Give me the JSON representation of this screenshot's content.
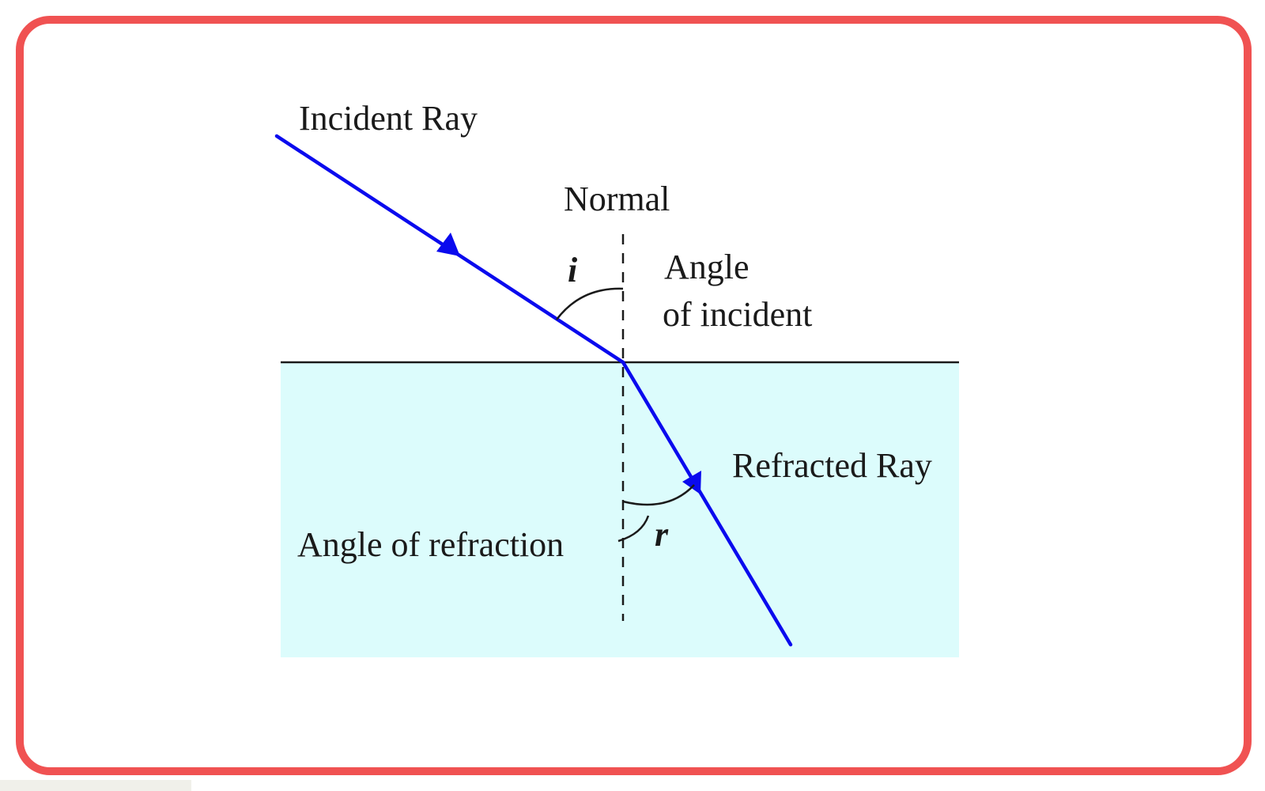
{
  "diagram": {
    "labels": {
      "incident_ray": "Incident Ray",
      "normal": "Normal",
      "angle_i_symbol": "i",
      "angle_of_incident_line1": "Angle",
      "angle_of_incident_line2": "of incident",
      "refracted_ray": "Refracted Ray",
      "angle_of_refraction": "Angle of refraction",
      "angle_r_symbol": "r"
    },
    "colors": {
      "frame_border": "#f05252",
      "ray": "#0a0aee",
      "medium": "#dcfcfc",
      "lines": "#1a1a1a"
    }
  }
}
